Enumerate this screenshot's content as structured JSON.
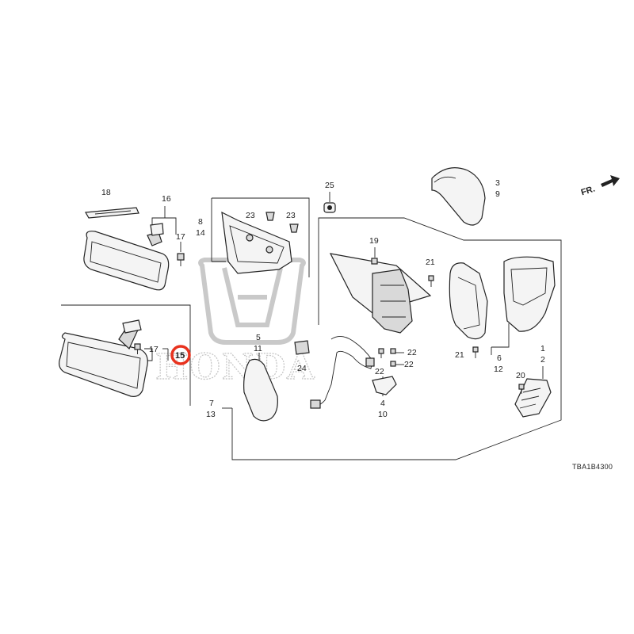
{
  "diagram": {
    "part_labels": {
      "p1": "1",
      "p2": "2",
      "p3": "3",
      "p4": "4",
      "p5": "5",
      "p6": "6",
      "p7": "7",
      "p8": "8",
      "p9": "9",
      "p10": "10",
      "p11": "11",
      "p12": "12",
      "p13": "13",
      "p14": "14",
      "p15": "15",
      "p16": "16",
      "p17a": "17",
      "p17b": "17",
      "p18": "18",
      "p19": "19",
      "p20": "20",
      "p21a": "21",
      "p21b": "21",
      "p22a": "22",
      "p22b": "22",
      "p22c": "22",
      "p23a": "23",
      "p23b": "23",
      "p24": "24",
      "p25": "25"
    },
    "diagram_code": "TBA1B4300",
    "direction_label": "FR.",
    "watermark_text": "HONDA",
    "highlight_color": "#e8321e"
  }
}
